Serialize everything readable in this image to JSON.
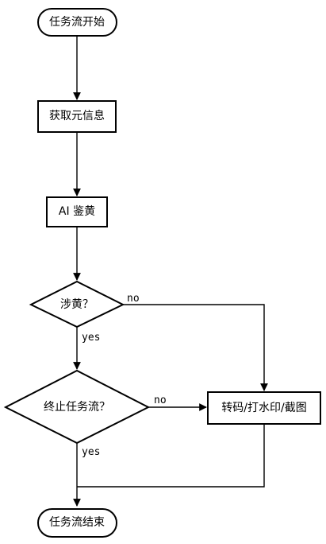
{
  "nodes": {
    "start": "任务流开始",
    "get_metadata": "获取元信息",
    "ai_porn_check": "AI 鉴黄",
    "is_porn": "涉黄？",
    "terminate_flow": "终止任务流？",
    "process": "转码/打水印/截图",
    "end": "任务流结束"
  },
  "edges": {
    "is_porn_no": "no",
    "is_porn_yes": "yes",
    "terminate_no": "no",
    "terminate_yes": "yes"
  }
}
